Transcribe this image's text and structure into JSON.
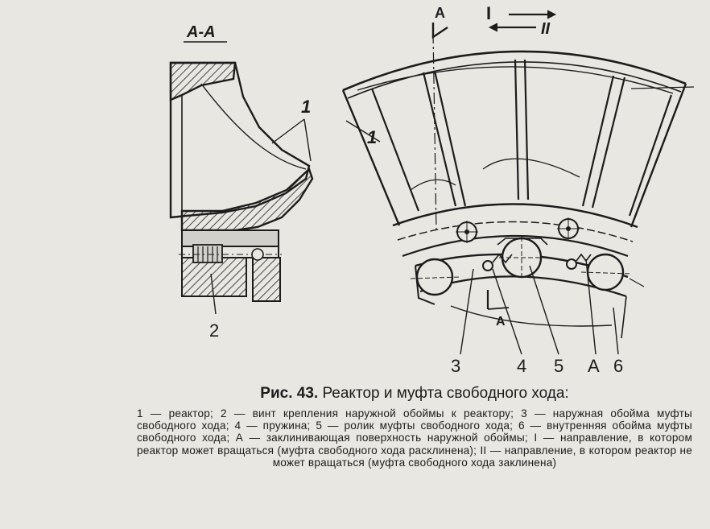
{
  "section_label": "А-А",
  "labels": {
    "part_1_left": "1",
    "part_1_right": "1",
    "part_2": "2",
    "part_3": "3",
    "part_4": "4",
    "part_5": "5",
    "part_A": "А",
    "part_6": "6",
    "section_mark_top": "А",
    "section_mark_bottom": "А",
    "dir_I": "I",
    "dir_II": "II"
  },
  "caption": {
    "fig_number": "Рис. 43.",
    "title": "Реактор и муфта свободного хода:",
    "body": "1 — реактор; 2 — винт крепления наружной обоймы к реактору; 3 — наружная обойма муфты свободного хода; 4 — пружина; 5 — ролик муфты свободного хода; 6 — внутренняя обойма муфты свободного хода; А — заклинивающая поверхность наружной обоймы; I — направление, в котором реактор может вращаться (муфта свободного хода расклинена); II — направление, в котором реактор не может вращаться (муфта свободного хода заклинена)"
  },
  "colors": {
    "ink": "#1c1c1c",
    "paper": "#e9e7e2",
    "shade": "#d2d0ca"
  }
}
